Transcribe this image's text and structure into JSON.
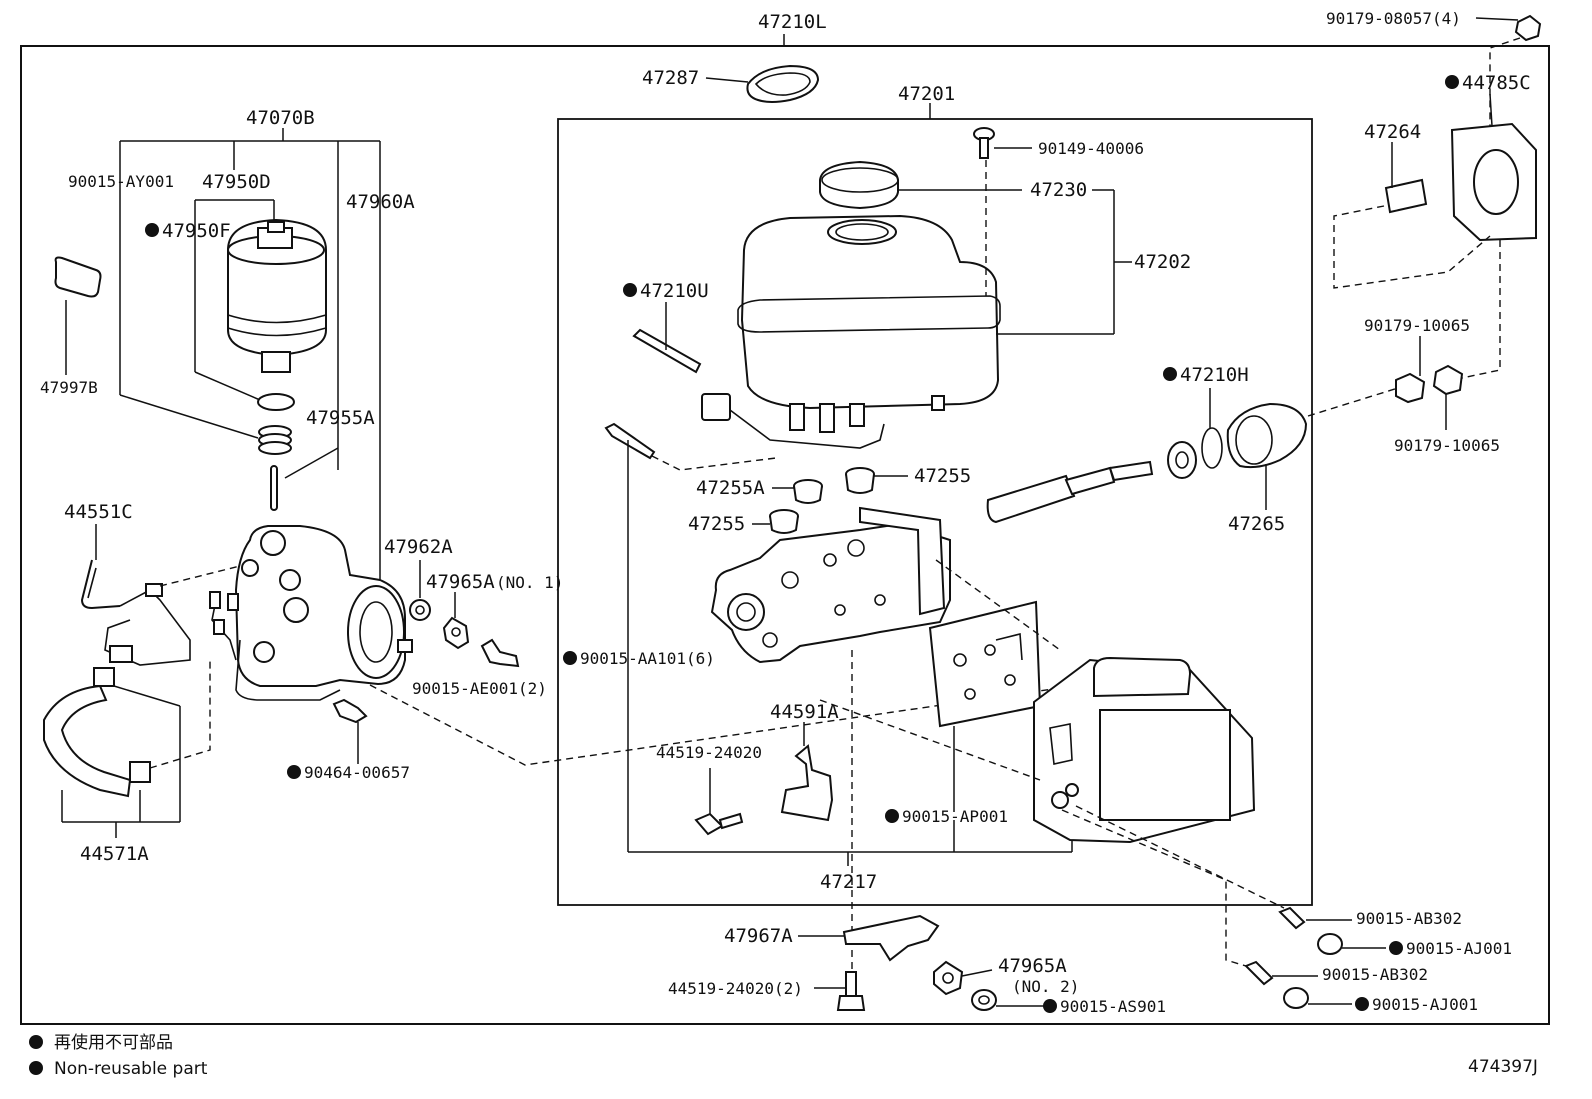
{
  "labels": {
    "l_47210L": "47210L",
    "l_90179_08057": "90179-08057(4)",
    "l_47287": "47287",
    "l_47201": "47201",
    "l_44785C": "44785C",
    "l_47264": "47264",
    "l_47070B": "47070B",
    "l_90149_40006": "90149-40006",
    "l_90015_AY001": "90015-AY001",
    "l_47950D": "47950D",
    "l_47960A": "47960A",
    "l_47230": "47230",
    "l_47950F": "47950F",
    "l_47202": "47202",
    "l_47210U": "47210U",
    "l_90179_10065a": "90179-10065",
    "l_47997B": "47997B",
    "l_47210H": "47210H",
    "l_47955A": "47955A",
    "l_90179_10065b": "90179-10065",
    "l_47255a": "47255",
    "l_47255A": "47255A",
    "l_44551C": "44551C",
    "l_47255b": "47255",
    "l_47265": "47265",
    "l_47962A": "47962A",
    "l_47965A_1": "47965A",
    "l_no1": "(NO. 1)",
    "l_90015_AA101": "90015-AA101(6)",
    "l_90015_AE001": "90015-AE001(2)",
    "l_44591A": "44591A",
    "l_44519_24020": "44519-24020",
    "l_90464_00657": "90464-00657",
    "l_90015_AP001": "90015-AP001",
    "l_44571A": "44571A",
    "l_47217": "47217",
    "l_90015_AB302a": "90015-AB302",
    "l_47967A": "47967A",
    "l_90015_AJ001a": "90015-AJ001",
    "l_47965A_2": "47965A",
    "l_no2": "(NO. 2)",
    "l_90015_AB302b": "90015-AB302",
    "l_44519_24020_2": "44519-24020(2)",
    "l_90015_AS901": "90015-AS901",
    "l_90015_AJ001b": "90015-AJ001"
  },
  "legend": {
    "jp": "再使用不可部品",
    "en": "Non-reusable part"
  },
  "figure_code": "474397J"
}
